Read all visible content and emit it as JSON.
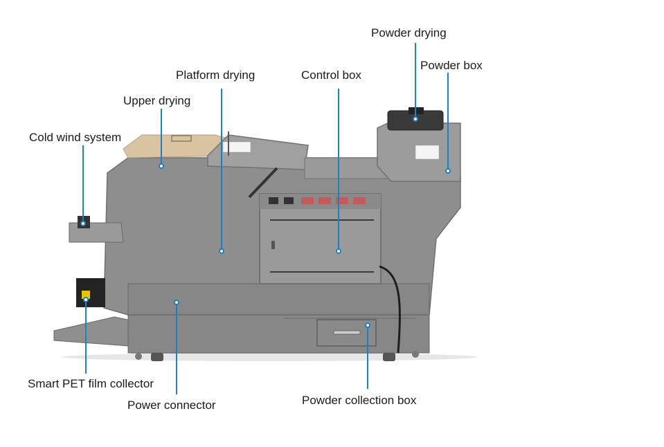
{
  "labels": {
    "powder_drying": "Powder drying",
    "powder_box": "Powder box",
    "platform_drying": "Platform drying",
    "control_box": "Control box",
    "upper_drying": "Upper drying",
    "cold_wind_system": "Cold wind system",
    "smart_pet_film_collector": "Smart PET film collector",
    "power_connector": "Power connector",
    "powder_collection_box": "Powder collection box"
  },
  "colors": {
    "callout_line": "#1f7fc4",
    "machine_body": "#8e8e8e",
    "machine_dark": "#6e6e6e",
    "lid": "#d9c3a3"
  }
}
